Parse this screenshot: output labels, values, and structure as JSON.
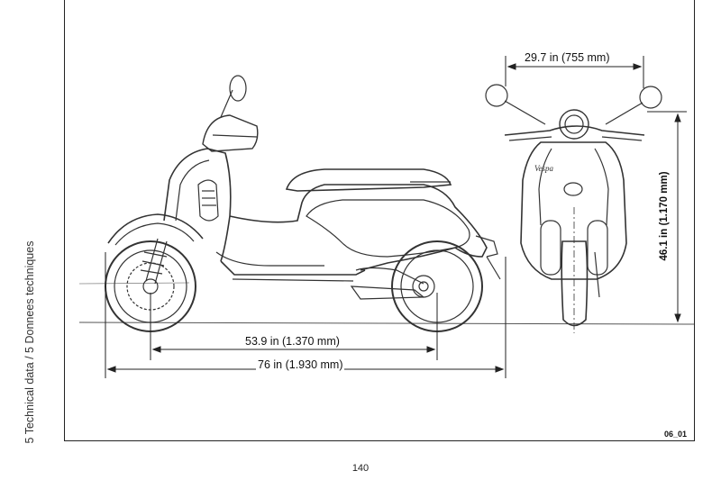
{
  "side_label": "5 Technical data / 5 Donnees techniques",
  "dimensions": {
    "width": "29.7 in (755 mm)",
    "height": "46.1 in (1.170 mm)",
    "wheelbase": "53.9 in (1.370 mm)",
    "length": "76 in (1.930 mm)"
  },
  "drawing_code": "06_01",
  "page_number": "140"
}
